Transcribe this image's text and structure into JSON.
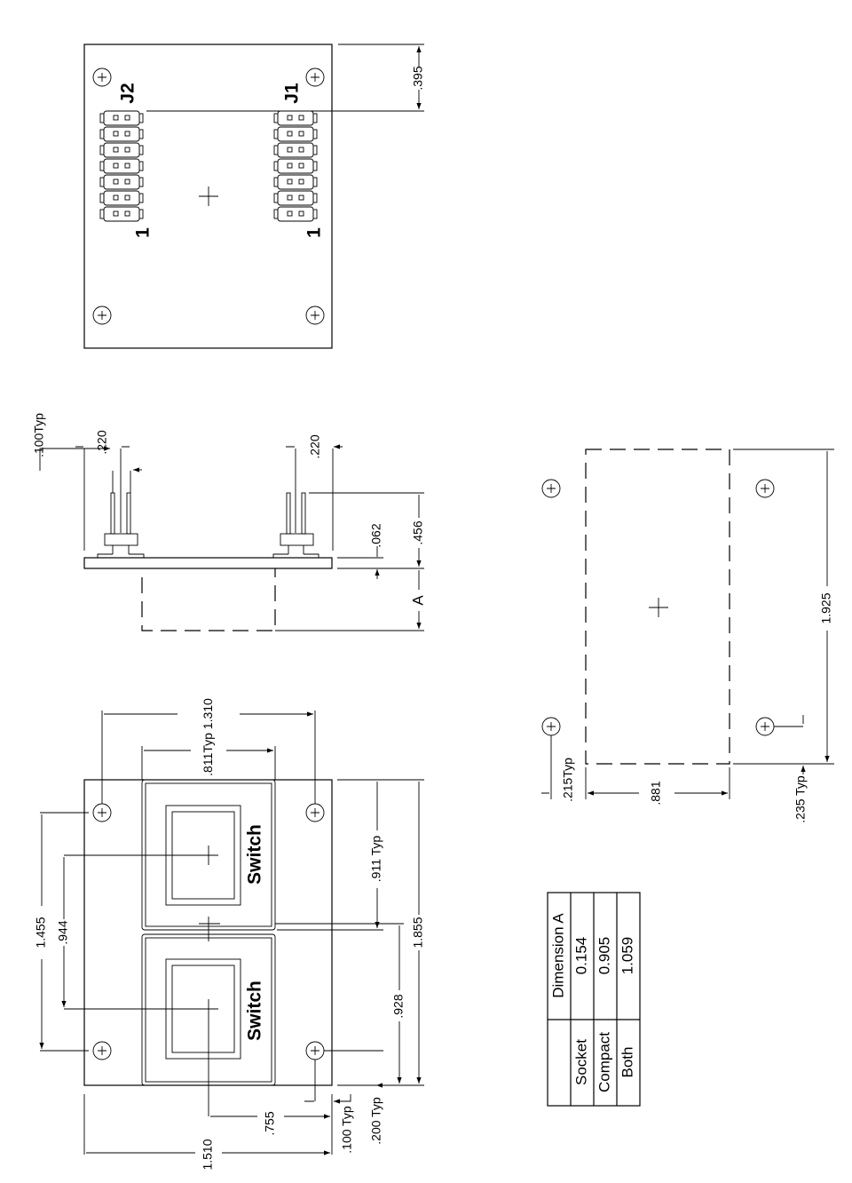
{
  "top_view": {
    "j2_label": "J2",
    "j1_label": "J1",
    "pin1_left": "1",
    "pin1_right": "1",
    "dim_395": ".395"
  },
  "side_view": {
    "dim_100typ": ".100Typ",
    "dim_220_left": ".220",
    "dim_220_right": ".220",
    "dim_062": ".062",
    "dim_456": ".456",
    "dim_a": "A"
  },
  "bottom_view": {
    "switch_top": "Switch",
    "switch_bottom": "Switch",
    "dim_1310": "1.310",
    "dim_811": ".811Typ",
    "dim_1455": "1.455",
    "dim_944": ".944",
    "dim_911": ".911 Typ",
    "dim_928": ".928",
    "dim_1855": "1.855",
    "dim_755": ".755",
    "dim_1510": "1.510",
    "dim_100typ": ".100 Typ",
    "dim_200typ": ".200 Typ"
  },
  "footprint_view": {
    "dim_1925": "1.925",
    "dim_881": ".881",
    "dim_215": ".215Typ",
    "dim_235": ".235 Typ"
  },
  "table": {
    "header": "Dimension A",
    "rows": [
      {
        "label": "Socket",
        "value": "0.154"
      },
      {
        "label": "Compact",
        "value": "0.905"
      },
      {
        "label": "Both",
        "value": "1.059"
      }
    ]
  }
}
